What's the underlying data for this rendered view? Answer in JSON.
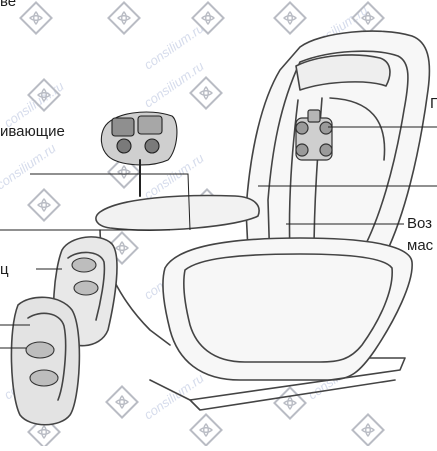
{
  "labels": {
    "top_cut": "ве",
    "rollers": "ивающие",
    "right_top_cut": "Г",
    "voz": "Воз",
    "mas": "мас",
    "left_mid_cut": "ц"
  },
  "watermark": {
    "text": "consilium.ru",
    "color": "#d6dcec",
    "icon": "diamond-flower-icon"
  }
}
